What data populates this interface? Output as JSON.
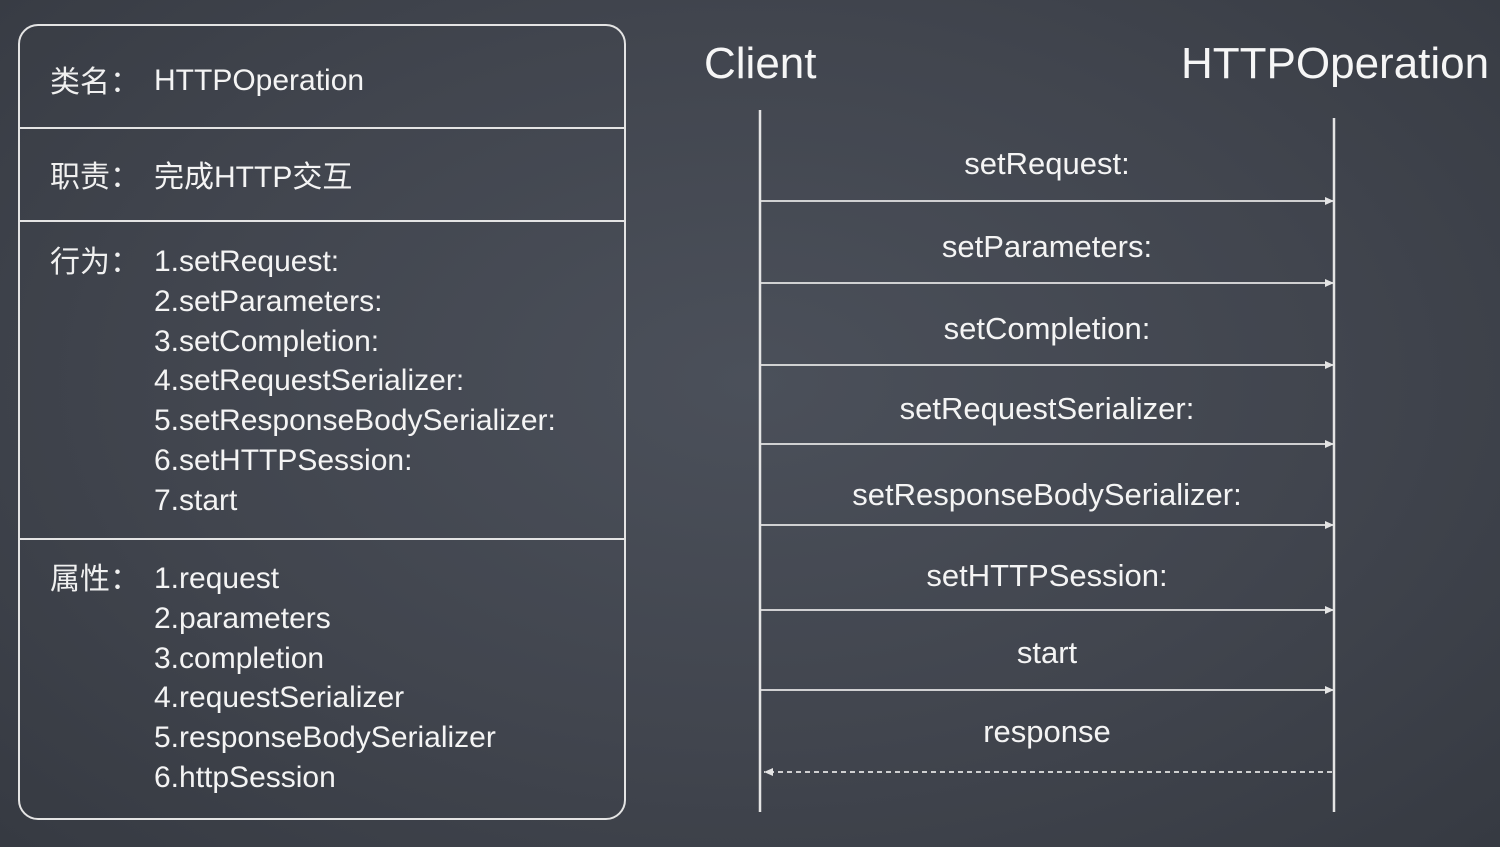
{
  "class_card": {
    "name_label": "类名：",
    "name_value": "HTTPOperation",
    "responsibility_label": "职责：",
    "responsibility_value": "完成HTTP交互",
    "behavior_label": "行为：",
    "behaviors": [
      "1.setRequest:",
      "2.setParameters:",
      "3.setCompletion:",
      "4.setRequestSerializer:",
      "5.setResponseBodySerializer:",
      "6.setHTTPSession:",
      "7.start"
    ],
    "attribute_label": "属性：",
    "attributes": [
      "1.request",
      "2.parameters",
      "3.completion",
      "4.requestSerializer",
      "5.responseBodySerializer",
      "6.httpSession"
    ]
  },
  "sequence": {
    "actors": [
      "Client",
      "HTTPOperation"
    ],
    "messages": [
      {
        "label": "setRequest:",
        "from": "Client",
        "to": "HTTPOperation",
        "style": "solid"
      },
      {
        "label": "setParameters:",
        "from": "Client",
        "to": "HTTPOperation",
        "style": "solid"
      },
      {
        "label": "setCompletion:",
        "from": "Client",
        "to": "HTTPOperation",
        "style": "solid"
      },
      {
        "label": "setRequestSerializer:",
        "from": "Client",
        "to": "HTTPOperation",
        "style": "solid"
      },
      {
        "label": "setResponseBodySerializer:",
        "from": "Client",
        "to": "HTTPOperation",
        "style": "solid"
      },
      {
        "label": "setHTTPSession:",
        "from": "Client",
        "to": "HTTPOperation",
        "style": "solid"
      },
      {
        "label": "start",
        "from": "Client",
        "to": "HTTPOperation",
        "style": "solid"
      },
      {
        "label": "response",
        "from": "HTTPOperation",
        "to": "Client",
        "style": "dashed"
      }
    ]
  },
  "colors": {
    "background": "#41454e",
    "chalk": "#e4e4e4",
    "text": "#f4f4f4"
  }
}
